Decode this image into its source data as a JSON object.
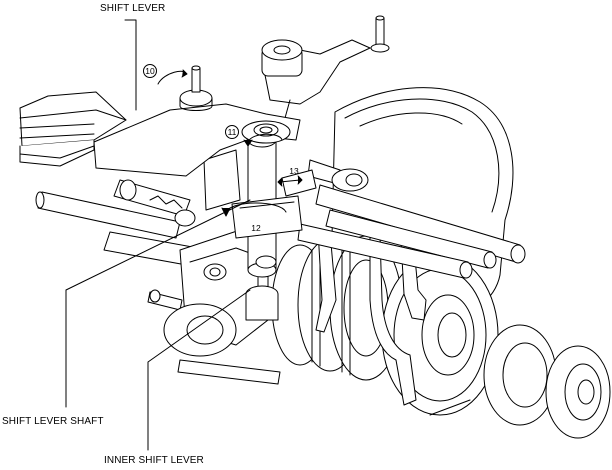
{
  "labels": {
    "shift_lever": "SHIFT LEVER",
    "shift_lever_shaft": "SHIFT LEVER SHAFT",
    "inner_shift_lever": "INNER SHIFT LEVER"
  },
  "steps": {
    "step_10": "10",
    "step_11": "11",
    "step_12": "12",
    "step_13": "13"
  },
  "colors": {
    "line": "#000000",
    "fill": "#ffffff"
  }
}
